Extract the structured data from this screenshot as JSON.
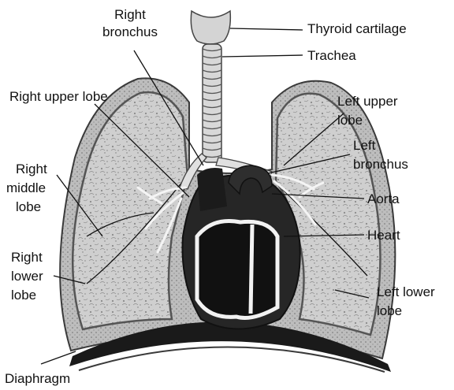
{
  "labels": {
    "right_bronchus": [
      "Right",
      "bronchus"
    ],
    "thyroid_cartilage": "Thyroid cartilage",
    "trachea": "Trachea",
    "right_upper_lobe": "Right upper lobe",
    "left_upper_lobe": [
      "Left upper",
      "lobe"
    ],
    "left_bronchus": [
      "Left",
      "bronchus"
    ],
    "right_middle_lobe": [
      "Right",
      "middle",
      "lobe"
    ],
    "aorta": "Aorta",
    "heart": "Heart",
    "right_lower_lobe": [
      "Right",
      "lower",
      "lobe"
    ],
    "left_lower_lobe": [
      "Left lower",
      "lobe"
    ],
    "diaphragm": "Diaphragm"
  },
  "colors": {
    "lung_fill": "#c9c9c9",
    "lung_outline": "#5a5a5a",
    "heart_dark": "#1e1e1e",
    "diaphragm": "#1a1a1a",
    "trachea_fill": "#d8d8d8",
    "airway": "#f4f4f4"
  }
}
